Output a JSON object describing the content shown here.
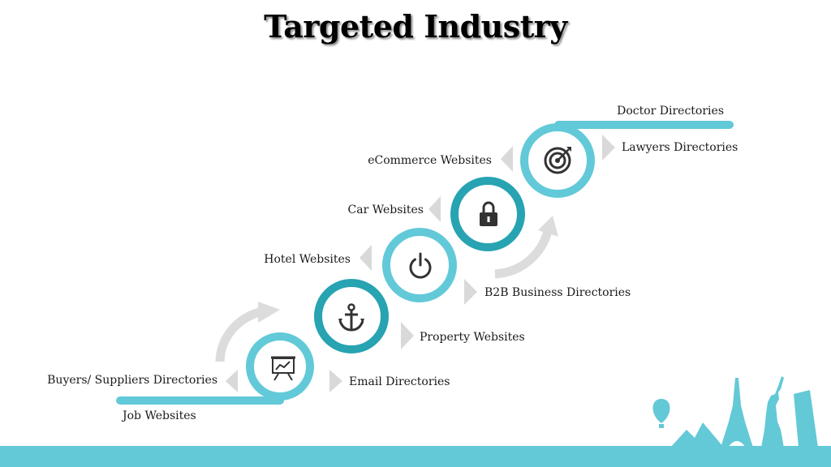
{
  "title": "Targeted Industry",
  "colors": {
    "light_teal": "#62c9d8",
    "dark_teal": "#27a3b2",
    "arrow_grey": "#dcdcdc",
    "icon_dark": "#333333"
  },
  "steps": [
    {
      "icon": "presentation-chart-icon",
      "left_label": "Buyers/ Suppliers Directories",
      "right_label": "Email Directories"
    },
    {
      "icon": "anchor-icon",
      "right_label": "Property Websites"
    },
    {
      "icon": "power-icon",
      "left_label": "Hotel Websites",
      "right_label": "B2B Business Directories"
    },
    {
      "icon": "lock-icon",
      "left_label": "Car Websites"
    },
    {
      "icon": "target-icon",
      "left_label": "eCommerce Websites",
      "right_label": "Lawyers Directories"
    }
  ],
  "start_label": "Job Websites",
  "end_label": "Doctor Directories",
  "footer_icons": [
    "hot-air-balloon-icon",
    "pyramids-icon",
    "eiffel-tower-icon",
    "statue-of-liberty-icon",
    "leaning-tower-icon"
  ]
}
